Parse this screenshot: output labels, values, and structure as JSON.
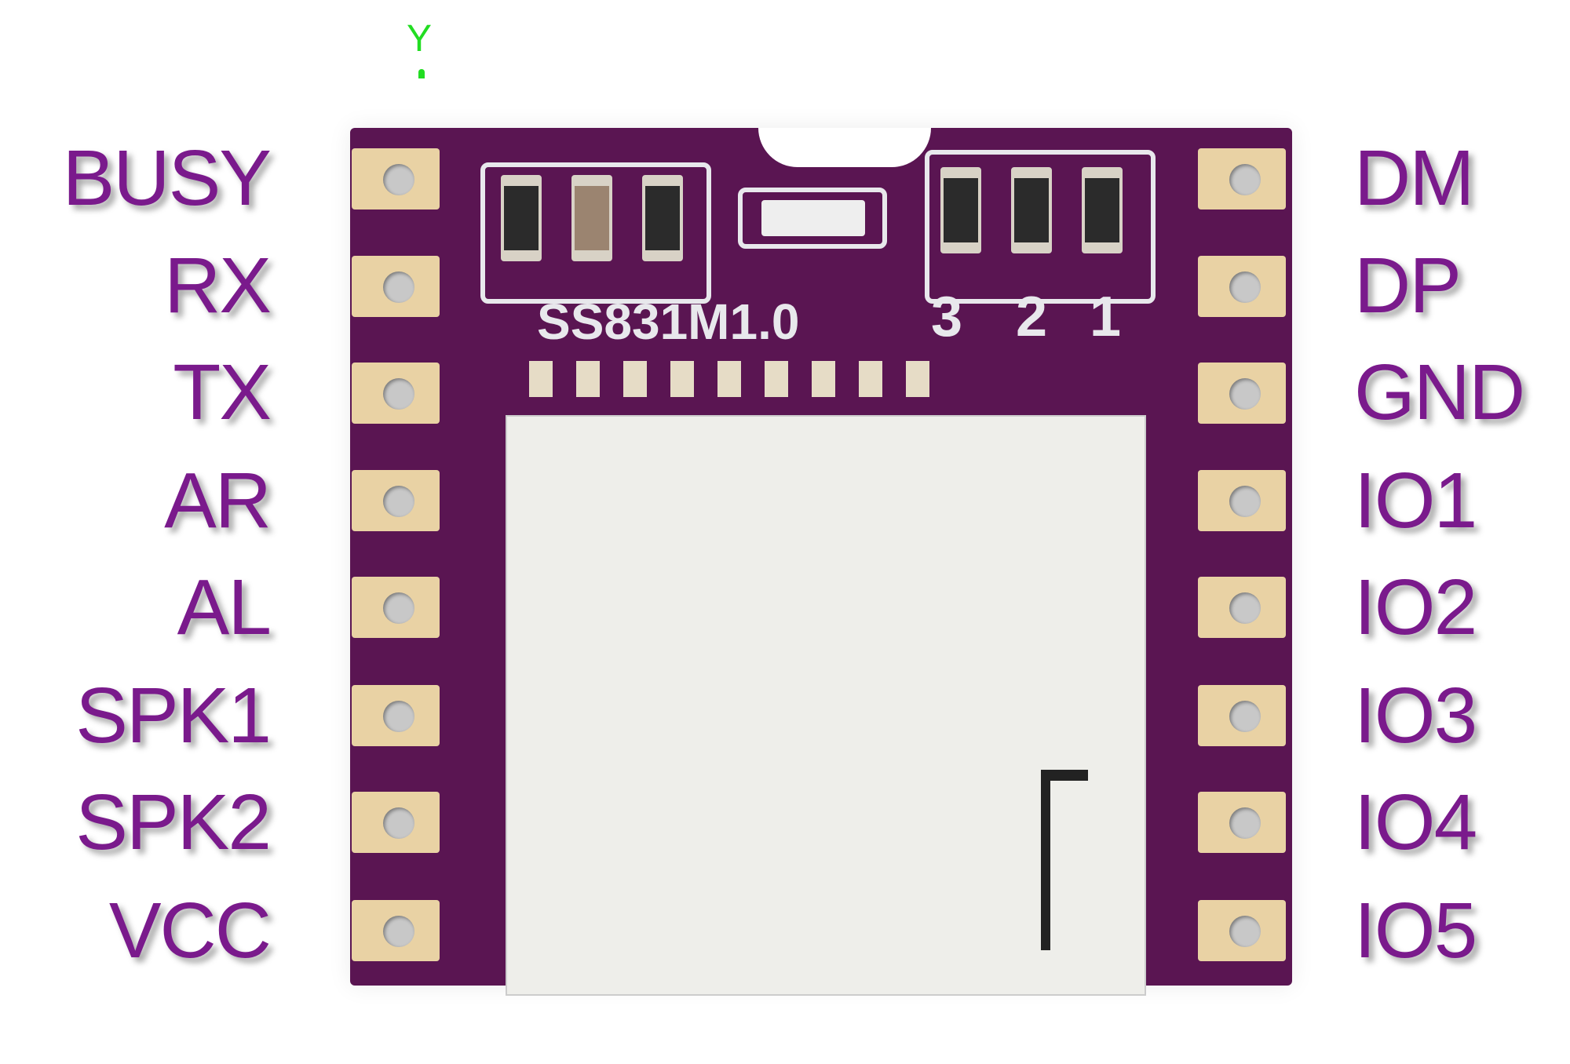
{
  "axis_marker": "Y",
  "board": {
    "label": "SS831M1.0",
    "numbers": [
      "3",
      "2",
      "1"
    ],
    "color": "#5a1552"
  },
  "pins_left": [
    "BUSY",
    "RX",
    "TX",
    "AR",
    "AL",
    "SPK1",
    "SPK2",
    "VCC"
  ],
  "pins_right": [
    "DM",
    "DP",
    "GND",
    "IO1",
    "IO2",
    "IO3",
    "IO4",
    "IO5"
  ],
  "label_color": "#7a1a8c"
}
